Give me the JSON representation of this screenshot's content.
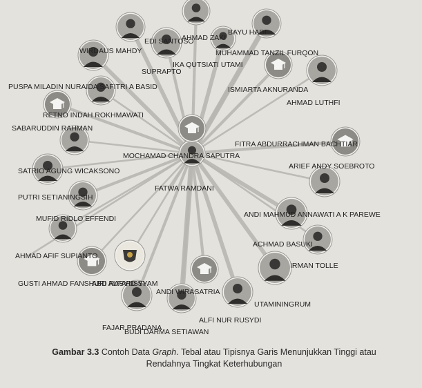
{
  "caption": {
    "label": "Gambar 3.3",
    "text_before": "Contoh Data",
    "term": "Graph",
    "text_after": ". Tebal atau Tipisnya Garis Menunjukkan Tinggi atau",
    "line2": "Rendahnya Tingkat Keterhubungan"
  },
  "graph": {
    "center": "MOCHAMAD CHANDRA SAPUTRA",
    "nodes": [
      {
        "id": "center",
        "label": "MOCHAMAD CHANDRA SAPUTRA",
        "avatar": "photo"
      },
      {
        "id": "n1",
        "label": "FATWA RAMDANI",
        "avatar": "none"
      },
      {
        "id": "n2",
        "label": "SUPRAPTO",
        "avatar": "photo"
      },
      {
        "id": "n3",
        "label": "IKA QUTSIATI UTAMI",
        "avatar": "photo"
      },
      {
        "id": "n4",
        "label": "MUHAMMAD TANZIL FURQON",
        "avatar": "photo"
      },
      {
        "id": "n5",
        "label": "ISMIARTA AKNURANDA",
        "avatar": "graduate"
      },
      {
        "id": "n6",
        "label": "AHMAD LUTHFI",
        "avatar": "photo"
      },
      {
        "id": "n7",
        "label": "FITRA ABDURRACHMAN BACHTIAR",
        "avatar": "graduate"
      },
      {
        "id": "n8",
        "label": "ARIEF ANDY SOEBROTO",
        "avatar": "photo"
      },
      {
        "id": "n9",
        "label": "ANDI MAHMUD ANNAWATI A K PAREWE",
        "avatar": "photo"
      },
      {
        "id": "n10",
        "label": "ACHMAD BASUKI",
        "avatar": "photo"
      },
      {
        "id": "n11",
        "label": "IRMAN TOLLE",
        "avatar": "photo"
      },
      {
        "id": "n12",
        "label": "UTAMININGRUM",
        "avatar": "photo"
      },
      {
        "id": "n13",
        "label": "ALFI NUR RUSYDI",
        "avatar": "graduate"
      },
      {
        "id": "n14",
        "label": "ANDI WIRASATRIA",
        "avatar": "photo"
      },
      {
        "id": "n15",
        "label": "BUDI DARMA SETIAWAN",
        "avatar": "photo"
      },
      {
        "id": "n16",
        "label": "FAJAR PRADANA",
        "avatar": "photo"
      },
      {
        "id": "n17",
        "label": "ABD RASYID SYAM",
        "avatar": "emblem"
      },
      {
        "id": "n18",
        "label": "GUSTI AHMAD FANSHURI ALFARISYI",
        "avatar": "graduate"
      },
      {
        "id": "n19",
        "label": "AHMAD AFIF SUPIANTO",
        "avatar": "none"
      },
      {
        "id": "n20",
        "label": "MUFID RIDLO EFFENDI",
        "avatar": "photo"
      },
      {
        "id": "n21",
        "label": "PUTRI SETIANINGSIH",
        "avatar": "photo"
      },
      {
        "id": "n22",
        "label": "SATRIO AGUNG WICAKSONO",
        "avatar": "photo"
      },
      {
        "id": "n23",
        "label": "SABARUDDIN RAHMAN",
        "avatar": "photo"
      },
      {
        "id": "n24",
        "label": "RETNO INDAH ROKHMAWATI",
        "avatar": "graduate"
      },
      {
        "id": "n25",
        "label": "PUSPA MILADIN NURAIDA SAFITRI A BASID",
        "avatar": "photo"
      },
      {
        "id": "n26",
        "label": "WIRDAUS MAHDY",
        "avatar": "photo"
      },
      {
        "id": "n27",
        "label": "EDI SANTOSO",
        "avatar": "photo"
      },
      {
        "id": "n28",
        "label": "AHMAD ZAKI",
        "avatar": "photo"
      },
      {
        "id": "n29",
        "label": "BAYU HADI",
        "avatar": "photo"
      },
      {
        "id": "n30",
        "label": "",
        "avatar": "graduate"
      }
    ],
    "edges": [
      {
        "target": "n1",
        "weight": 1
      },
      {
        "target": "n2",
        "weight": 2
      },
      {
        "target": "n3",
        "weight": 3
      },
      {
        "target": "n4",
        "weight": 4
      },
      {
        "target": "n5",
        "weight": 2
      },
      {
        "target": "n6",
        "weight": 1
      },
      {
        "target": "n7",
        "weight": 2
      },
      {
        "target": "n8",
        "weight": 1
      },
      {
        "target": "n9",
        "weight": 3
      },
      {
        "target": "n10",
        "weight": 1
      },
      {
        "target": "n11",
        "weight": 3
      },
      {
        "target": "n12",
        "weight": 3
      },
      {
        "target": "n13",
        "weight": 2
      },
      {
        "target": "n14",
        "weight": 4
      },
      {
        "target": "n15",
        "weight": 2
      },
      {
        "target": "n16",
        "weight": 2
      },
      {
        "target": "n17",
        "weight": 1
      },
      {
        "target": "n18",
        "weight": 1
      },
      {
        "target": "n19",
        "weight": 1
      },
      {
        "target": "n20",
        "weight": 1
      },
      {
        "target": "n21",
        "weight": 2
      },
      {
        "target": "n22",
        "weight": 1
      },
      {
        "target": "n23",
        "weight": 1
      },
      {
        "target": "n24",
        "weight": 2
      },
      {
        "target": "n25",
        "weight": 1
      },
      {
        "target": "n26",
        "weight": 3
      },
      {
        "target": "n27",
        "weight": 3
      },
      {
        "target": "n28",
        "weight": 2
      },
      {
        "target": "n29",
        "weight": 3
      },
      {
        "target": "n30",
        "weight": 1
      }
    ]
  }
}
